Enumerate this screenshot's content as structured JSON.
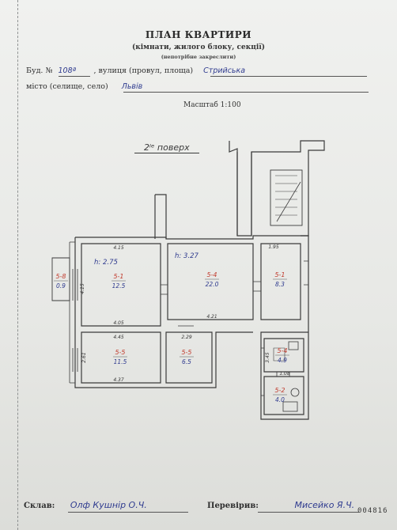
{
  "header": {
    "title": "ПЛАН КВАРТИРИ",
    "subtitle": "(кімнати, жилого блоку, секції)",
    "note": "(непотрібне закреслити)"
  },
  "address": {
    "building_label": "Буд. №",
    "building_value": "108ª",
    "street_label": ", вулиця (провул, площа)",
    "street_value": "Стрийська",
    "city_label": "місто (селище, село)",
    "city_value": "Львів"
  },
  "scale": "Масштаб 1:100",
  "floor_label": "2ˡᵉ поверх",
  "rooms": [
    {
      "number": "5-1",
      "area": "12.5",
      "ceiling": "h: 2.75"
    },
    {
      "number": "5-4",
      "area": "22.0",
      "ceiling": "h: 3.27"
    },
    {
      "number": "5-1",
      "area": "8.3"
    },
    {
      "number": "5-5",
      "area": "11.5"
    },
    {
      "number": "5-5",
      "area": "6.5"
    },
    {
      "number": "5-4",
      "area": "4.9"
    },
    {
      "number": "5-2",
      "area": "4.0"
    },
    {
      "number": "5-8",
      "area": "0.9"
    }
  ],
  "dimensions": [
    "4.15",
    "4.05",
    "4.15",
    "4.21",
    "1.95",
    "4.45",
    "4.37",
    "2.29",
    "2.61",
    "1.08",
    "3.45"
  ],
  "footer": {
    "composed_label": "Склав:",
    "composed_value": "Олф Кушнір О.Ч.",
    "checked_label": "Перевірив:",
    "checked_value": "Мисейко Я.Ч.",
    "doc_number": "004816"
  }
}
